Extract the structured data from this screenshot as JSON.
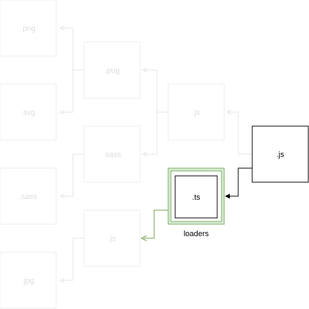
{
  "nodes": [
    {
      "id": "png",
      "label": ".png",
      "style": "faded"
    },
    {
      "id": "pug",
      "label": ".pug",
      "style": "faded"
    },
    {
      "id": "svg",
      "label": ".svg",
      "style": "faded"
    },
    {
      "id": "js_faded",
      "label": ".js",
      "style": "faded"
    },
    {
      "id": "sass1",
      "label": ".sass",
      "style": "faded"
    },
    {
      "id": "sass2",
      "label": ".sass",
      "style": "faded"
    },
    {
      "id": "js_low",
      "label": ".js",
      "style": "faded"
    },
    {
      "id": "jpg",
      "label": ".jpg",
      "style": "faded"
    },
    {
      "id": "js_main",
      "label": ".js",
      "style": "solid"
    },
    {
      "id": "ts",
      "label": ".ts",
      "style": "solid"
    },
    {
      "id": "loaders",
      "label": "loaders",
      "style": "group"
    }
  ],
  "colors": {
    "faded_stroke": "#eeeeee",
    "faded_text": "#dddddd",
    "solid_stroke": "#000000",
    "group_fill": "#d5e8d4",
    "group_stroke": "#82b366",
    "green_edge": "#6f9f4f"
  }
}
